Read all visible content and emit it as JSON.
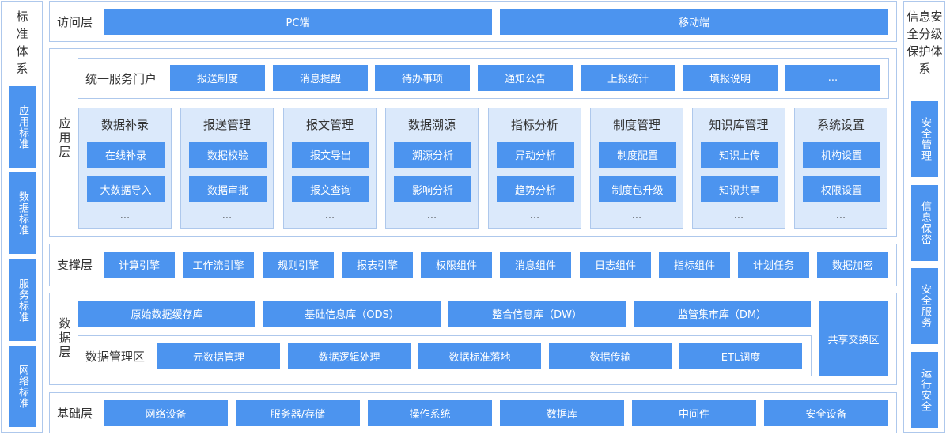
{
  "left_panel": {
    "title": "标准体系",
    "items": [
      "应用标准",
      "数据标准",
      "服务标准",
      "网络标准"
    ]
  },
  "right_panel": {
    "title": "信息安全分级保护体系",
    "items": [
      "安全管理",
      "信息保密",
      "安全服务",
      "运行安全"
    ]
  },
  "access_layer": {
    "label": "访问层",
    "items": [
      "PC端",
      "移动端"
    ]
  },
  "application_layer": {
    "label": "应用层",
    "portal": {
      "label": "统一服务门户",
      "items": [
        "报送制度",
        "消息提醒",
        "待办事项",
        "通知公告",
        "上报统计",
        "填报说明",
        "..."
      ]
    },
    "modules": [
      {
        "title": "数据补录",
        "items": [
          "在线补录",
          "大数据导入"
        ],
        "more": "..."
      },
      {
        "title": "报送管理",
        "items": [
          "数据校验",
          "数据审批"
        ],
        "more": "..."
      },
      {
        "title": "报文管理",
        "items": [
          "报文导出",
          "报文查询"
        ],
        "more": "..."
      },
      {
        "title": "数据溯源",
        "items": [
          "溯源分析",
          "影响分析"
        ],
        "more": "..."
      },
      {
        "title": "指标分析",
        "items": [
          "异动分析",
          "趋势分析"
        ],
        "more": "..."
      },
      {
        "title": "制度管理",
        "items": [
          "制度配置",
          "制度包升级"
        ],
        "more": "..."
      },
      {
        "title": "知识库管理",
        "items": [
          "知识上传",
          "知识共享"
        ],
        "more": "..."
      },
      {
        "title": "系统设置",
        "items": [
          "机构设置",
          "权限设置"
        ],
        "more": "..."
      }
    ]
  },
  "support_layer": {
    "label": "支撑层",
    "items": [
      "计算引擎",
      "工作流引擎",
      "规则引擎",
      "报表引擎",
      "权限组件",
      "消息组件",
      "日志组件",
      "指标组件",
      "计划任务",
      "数据加密"
    ]
  },
  "data_layer": {
    "label": "数据层",
    "stores": [
      "原始数据缓存库",
      "基础信息库（ODS）",
      "整合信息库（DW）",
      "监管集市库（DM）"
    ],
    "management": {
      "label": "数据管理区",
      "items": [
        "元数据管理",
        "数据逻辑处理",
        "数据标准落地",
        "数据传输",
        "ETL调度"
      ]
    },
    "exchange": "共享交换区"
  },
  "base_layer": {
    "label": "基础层",
    "items": [
      "网络设备",
      "服务器/存储",
      "操作系统",
      "数据库",
      "中间件",
      "安全设备"
    ]
  }
}
